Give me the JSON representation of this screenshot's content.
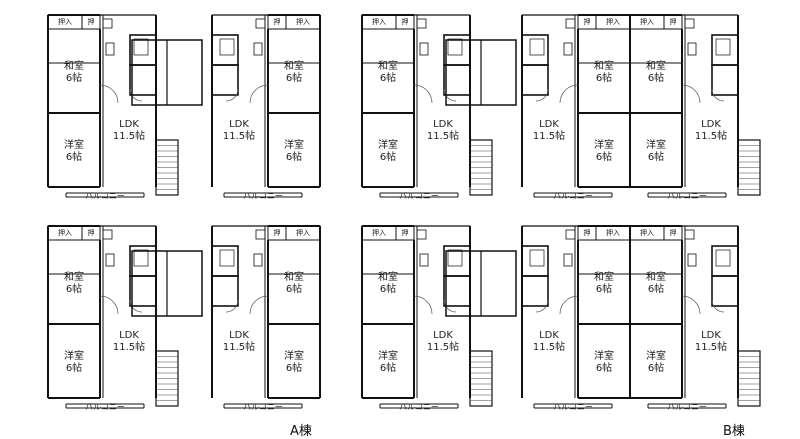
{
  "labels": {
    "closet": "押入",
    "closet_short": "押",
    "washitsu": "和室",
    "youshitsu": "洋室",
    "ldk": "LDK",
    "size6": "6帖",
    "size115": "11.5帖",
    "balcony": "バルコニー"
  },
  "buildings": {
    "a": "A棟",
    "b": "B棟"
  }
}
